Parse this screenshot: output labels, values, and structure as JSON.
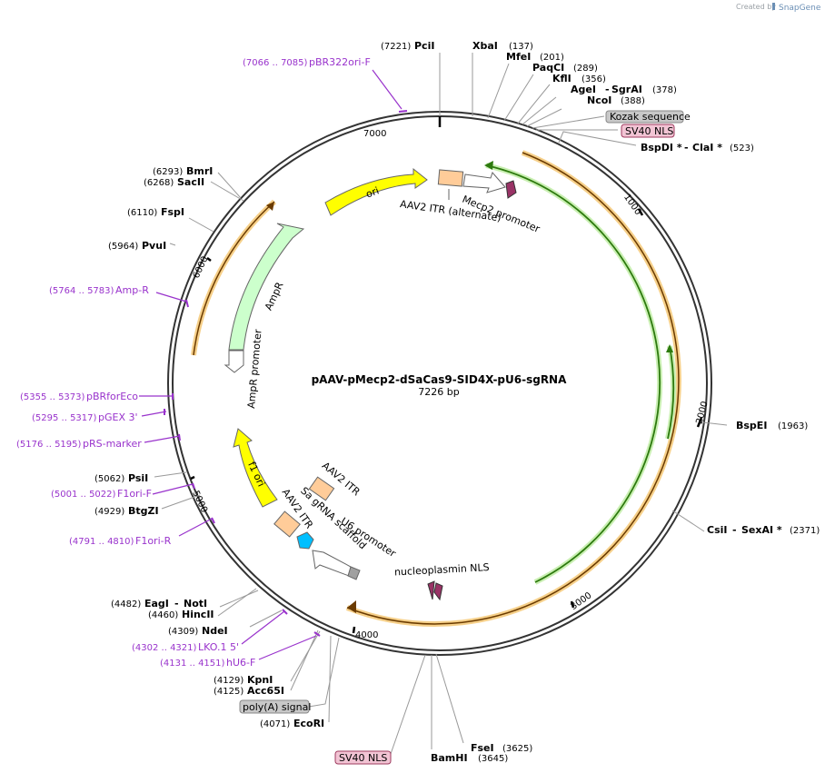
{
  "credit": {
    "prefix": "Created by",
    "brand": "SnapGene"
  },
  "plasmid": {
    "name": "pAAV-pMecp2-dSaCas9-SID4X-pU6-sgRNA",
    "size": "7226 bp",
    "length": 7226
  },
  "ticks": [
    "1000",
    "2000",
    "3000",
    "4000",
    "5000",
    "6000",
    "7000"
  ],
  "enzymes": [
    {
      "name": "PciI",
      "pos": "(7221)"
    },
    {
      "name": "XbaI",
      "pos": "(137)"
    },
    {
      "name": "MfeI",
      "pos": "(201)"
    },
    {
      "name": "PaqCI",
      "pos": "(289)"
    },
    {
      "name": "KflI",
      "pos": "(356)"
    },
    {
      "name": "AgeI",
      "name2": "SgrAI",
      "pos": "(378)"
    },
    {
      "name": "NcoI",
      "pos": "(388)"
    },
    {
      "name": "BspDI *",
      "name2": "ClaI *",
      "pos": "(523)"
    },
    {
      "name": "BspEI",
      "pos": "(1963)"
    },
    {
      "name": "CsiI",
      "name2": "SexAI *",
      "pos": "(2371)"
    },
    {
      "name": "FseI",
      "pos": "(3625)"
    },
    {
      "name": "BamHI",
      "pos": "(3645)"
    },
    {
      "name": "EcoRI",
      "pos": "(4071)"
    },
    {
      "name": "Acc65I",
      "pos": "(4125)"
    },
    {
      "name": "KpnI",
      "pos": "(4129)"
    },
    {
      "name": "NdeI",
      "pos": "(4309)"
    },
    {
      "name": "HincII",
      "pos": "(4460)"
    },
    {
      "name": "EagI",
      "name2": "NotI",
      "pos": "(4482)"
    },
    {
      "name": "BtgZI",
      "pos": "(4929)"
    },
    {
      "name": "PsiI",
      "pos": "(5062)"
    },
    {
      "name": "PvuI",
      "pos": "(5964)"
    },
    {
      "name": "FspI",
      "pos": "(6110)"
    },
    {
      "name": "SacII",
      "pos": "(6268)"
    },
    {
      "name": "BmrI",
      "pos": "(6293)"
    }
  ],
  "primers": [
    {
      "name": "pBR322ori-F",
      "range": "(7066 .. 7085)"
    },
    {
      "name": "Amp-R",
      "range": "(5764 .. 5783)"
    },
    {
      "name": "pBRforEco",
      "range": "(5355 .. 5373)"
    },
    {
      "name": "pGEX 3'",
      "range": "(5295 .. 5317)"
    },
    {
      "name": "pRS-marker",
      "range": "(5176 .. 5195)"
    },
    {
      "name": "F1ori-F",
      "range": "(5001 .. 5022)"
    },
    {
      "name": "F1ori-R",
      "range": "(4791 .. 4810)"
    },
    {
      "name": "LKO.1 5'",
      "range": "(4302 .. 4321)"
    },
    {
      "name": "hU6-F",
      "range": "(4131 .. 4151)"
    }
  ],
  "boxed_features": [
    {
      "name": "Kozak sequence",
      "color": "#c8c8c8",
      "border": "#888888"
    },
    {
      "name": "SV40 NLS",
      "color": "#f2c4d4",
      "border": "#9e3a5e"
    },
    {
      "name": "SV40 NLS",
      "color": "#f2c4d4",
      "border": "#9e3a5e"
    },
    {
      "name": "poly(A) signal",
      "color": "#c8c8c8",
      "border": "#888888"
    }
  ],
  "features": [
    {
      "name": "ori",
      "color": "#ffff00"
    },
    {
      "name": "AmpR",
      "color": "#ccffcc"
    },
    {
      "name": "AmpR promoter",
      "color": "#ffffff"
    },
    {
      "name": "f1 ori",
      "color": "#ffff00"
    },
    {
      "name": "AAV2 ITR (alternate)",
      "color": "#ffcc99"
    },
    {
      "name": "Mecp2 promoter",
      "color": "#ffffff"
    },
    {
      "name": "AAV2 ITR",
      "color": "#ffcc99"
    },
    {
      "name": "AAV2 ITR",
      "color": "#ffcc99"
    },
    {
      "name": "Sa gRNA scaffold",
      "color": "#00bfff"
    },
    {
      "name": "U6 promoter",
      "color": "#ffffff"
    },
    {
      "name": "nucleoplasmin NLS",
      "color": "#993366"
    }
  ],
  "colors": {
    "backbone": "#333333",
    "orange_arc": "#f2a900",
    "green_arc": "#4caf1f",
    "primer": "#9933cc",
    "nls": "#993366"
  }
}
